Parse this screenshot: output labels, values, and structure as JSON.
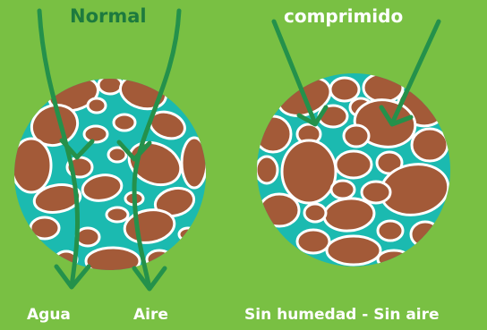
{
  "labels": {
    "normal": "Normal",
    "compressed": "comprimido",
    "water": "Agua",
    "air": "Aire",
    "no_moisture_no_air": "Sin humedad - Sin aire"
  },
  "colors": {
    "background": "#79c043",
    "pore_water": "#1bbab0",
    "soil_particle": "#a35a38",
    "particle_outline": "#ffffff",
    "arrow": "#24914b",
    "dark_label": "#1d7a3e",
    "light_label": "#ffffff"
  },
  "icons": {
    "flow_arrow": "arrow-down-icon"
  }
}
